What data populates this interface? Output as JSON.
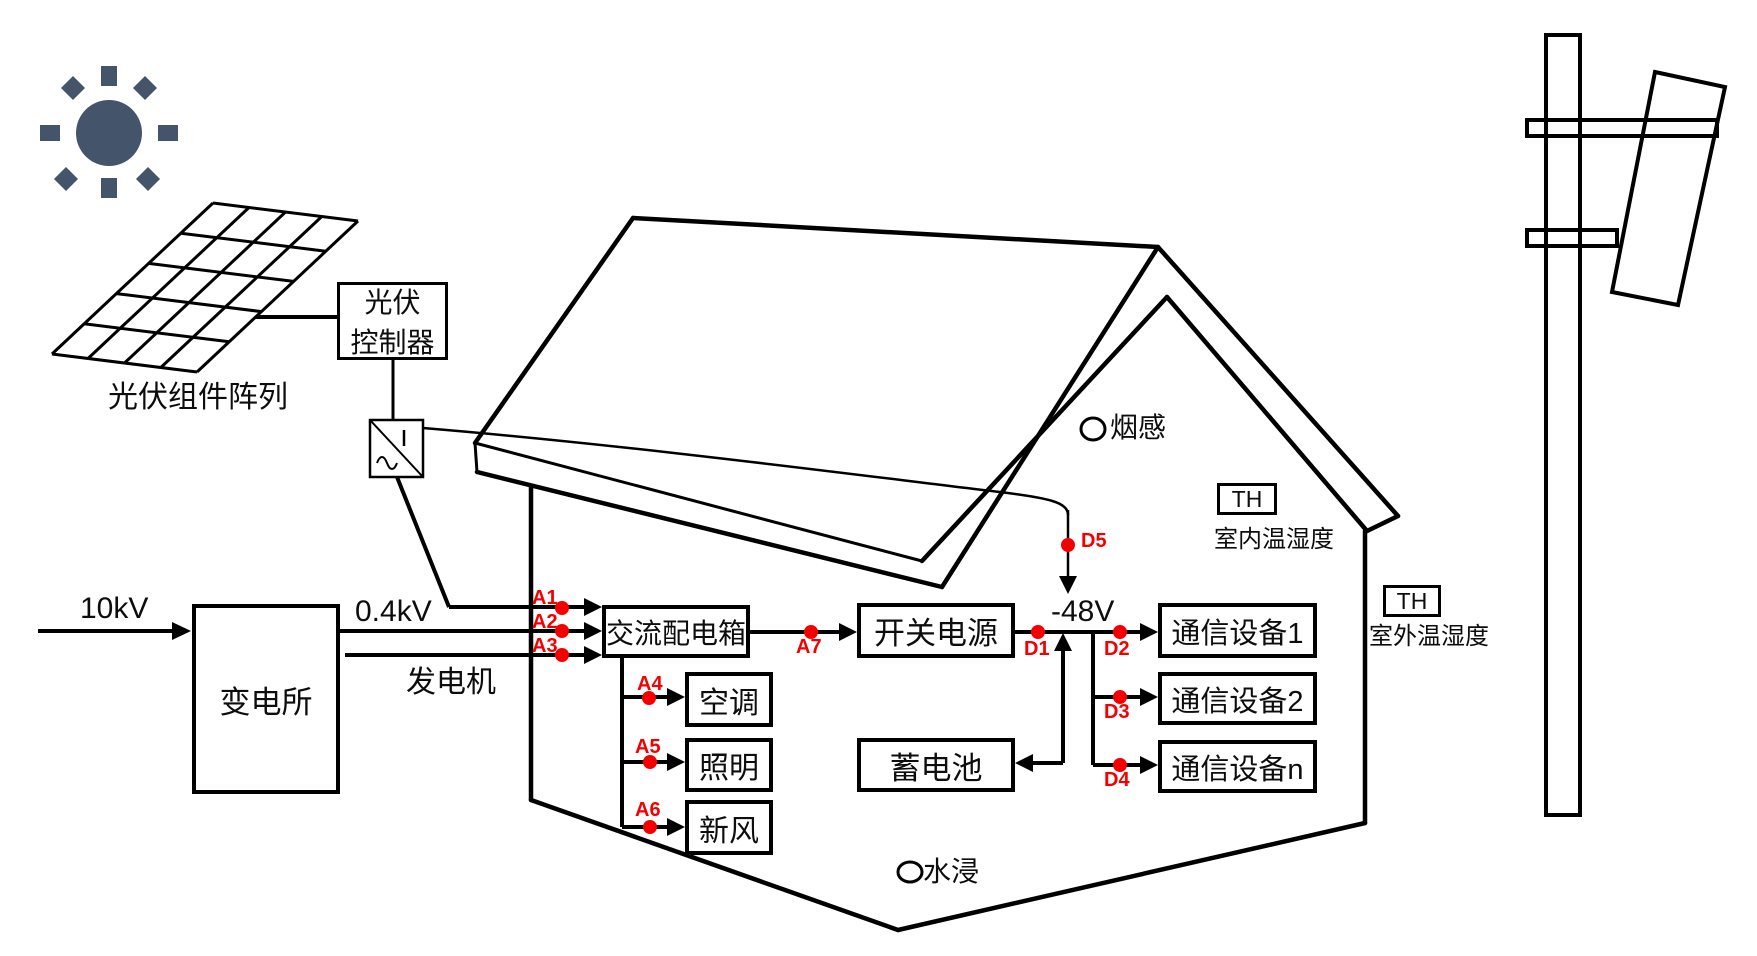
{
  "colors": {
    "line": "#000000",
    "accent_red": "#f40000",
    "sun_fill": "#44546A"
  },
  "power_sources": {
    "utility": {
      "input_voltage": "10kV",
      "substation": "变电所",
      "output_voltage": "0.4kV"
    },
    "generator": {
      "label": "发电机"
    },
    "solar": {
      "array_label": "光伏组件阵列",
      "controller_line1": "光伏",
      "controller_line2": "控制器"
    }
  },
  "distribution": {
    "ac_box": "交流配电箱",
    "switch_power": "开关电源",
    "battery": "蓄电池",
    "dc_bus_voltage": "-48V"
  },
  "loads": {
    "aircon": "空调",
    "lighting": "照明",
    "fresh_air": "新风",
    "comm1": "通信设备1",
    "comm2": "通信设备2",
    "commn": "通信设备n"
  },
  "sensors": {
    "smoke": "烟感",
    "water": "水浸",
    "th_badge": "TH",
    "indoor_th": "室内温湿度",
    "outdoor_th": "室外温湿度"
  },
  "monitor_points": {
    "a1": "A1",
    "a2": "A2",
    "a3": "A3",
    "a4": "A4",
    "a5": "A5",
    "a6": "A6",
    "a7": "A7",
    "d1": "D1",
    "d2": "D2",
    "d3": "D3",
    "d4": "D4",
    "d5": "D5"
  }
}
